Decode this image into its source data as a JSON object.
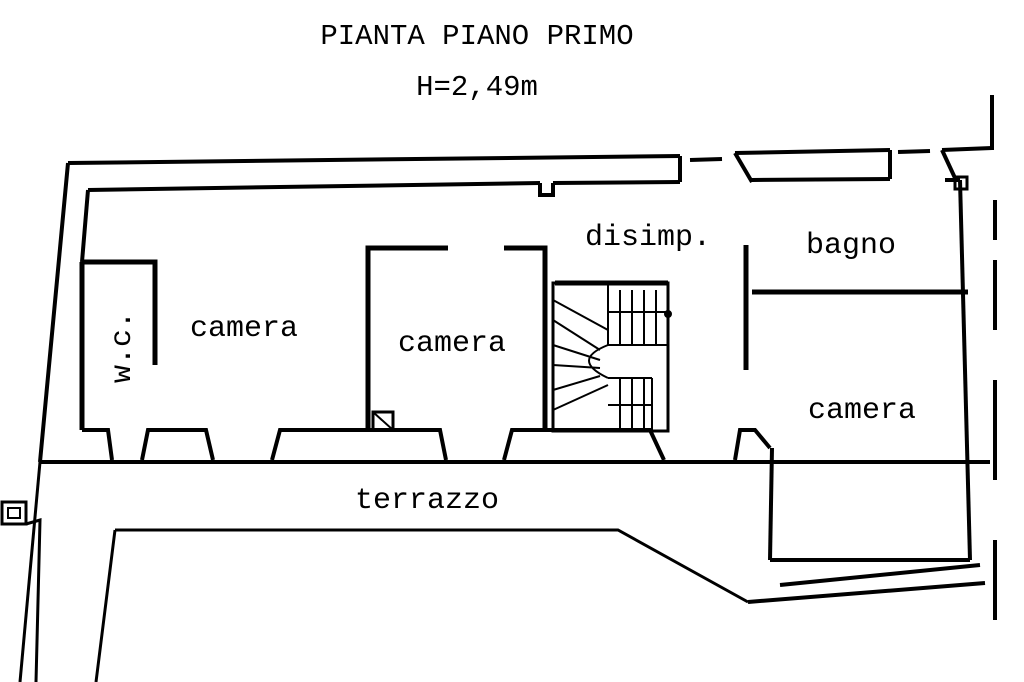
{
  "title": "PIANTA PIANO PRIMO",
  "height": "H=2,49m",
  "rooms": {
    "disimp": "disimp.",
    "bagno": "bagno",
    "wc": "w.c.",
    "camera_left": "camera",
    "camera_mid": "camera",
    "camera_right": "camera",
    "terrazzo": "terrazzo"
  },
  "colors": {
    "ink": "#000000",
    "paper": "#ffffff"
  }
}
